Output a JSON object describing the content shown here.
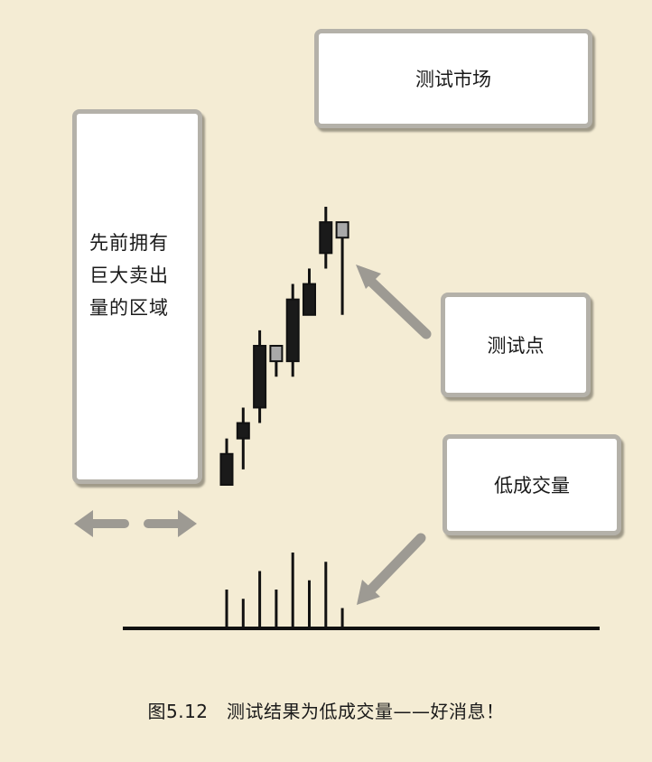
{
  "boxes": {
    "market": "测试市场",
    "prior_area": "先前拥有巨大卖出量的区域",
    "test_point": "测试点",
    "low_volume": "低成交量"
  },
  "caption": "图5.12　测试结果为低成交量——好消息！",
  "colors": {
    "background": "#f4ecd4",
    "box_border": "#b4b1a9",
    "arrow": "#9d9a93",
    "bearish_candle": "#1a1a1a",
    "test_candle": "#a9a9a9"
  },
  "chart_data": {
    "type": "candlestick",
    "candles": [
      {
        "kind": "bearish",
        "open": 2,
        "high": 0,
        "low": 3,
        "close": 0
      },
      {
        "kind": "bearish",
        "open": 4,
        "high": 1,
        "low": 5,
        "close": 3
      },
      {
        "kind": "bearish",
        "open": 9,
        "high": 4,
        "low": 10,
        "close": 5
      },
      {
        "kind": "test",
        "open": 8,
        "high": 7,
        "low": 9,
        "close": 9
      },
      {
        "kind": "bearish",
        "open": 12,
        "high": 7,
        "low": 13,
        "close": 8
      },
      {
        "kind": "bearish",
        "open": 13,
        "high": 11,
        "low": 14,
        "close": 11
      },
      {
        "kind": "bearish",
        "open": 17,
        "high": 14,
        "low": 18,
        "close": 15
      },
      {
        "kind": "test",
        "open": 17,
        "high": 11,
        "low": 17,
        "close": 16
      }
    ],
    "volume": [
      4,
      3,
      6,
      4,
      8,
      5,
      7,
      2
    ],
    "volume_max": 8,
    "price_range": [
      0,
      18
    ]
  }
}
